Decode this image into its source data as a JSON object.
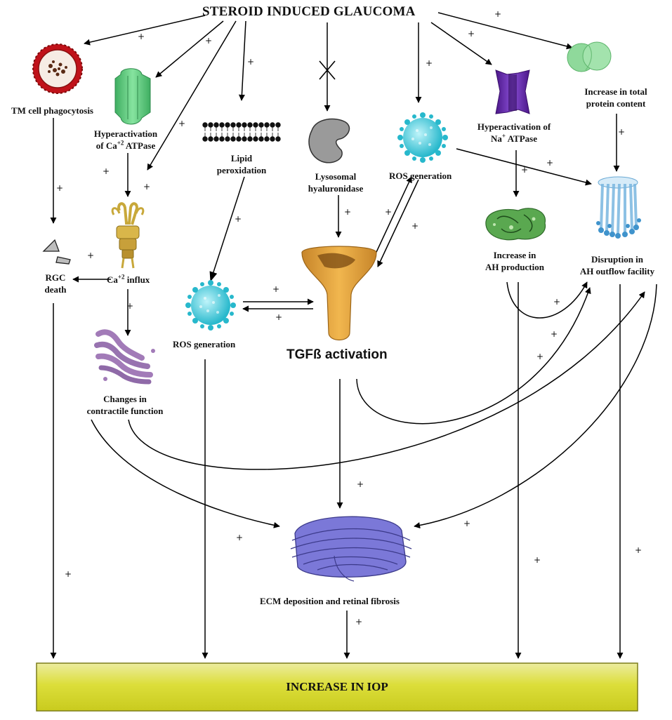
{
  "diagram": {
    "title": "STEROID INDUCED GLAUCOMA",
    "nodes": {
      "tm_phagocytosis": "TM cell phagocytosis",
      "ca_atpase_line1": "Hyperactivation",
      "ca_atpase_line2_pre": "of Ca",
      "ca_atpase_sup": "+2",
      "ca_atpase_line2_post": " ATPase",
      "lipid_line1": "Lipid",
      "lipid_line2": "peroxidation",
      "lysosomal_line1": "Lysosomal",
      "lysosomal_line2": "hyaluronidase",
      "ros_top": "ROS generation",
      "na_atpase_line1": "Hyperactivation of",
      "na_atpase_line2_pre": "Na",
      "na_atpase_sup": "+",
      "na_atpase_line2_post": " ATPase",
      "protein_line1": "Increase in total",
      "protein_line2": "protein content",
      "rgc_line1": "RGC",
      "rgc_line2": "death",
      "ca_influx_pre": "Ca",
      "ca_influx_sup": "+2",
      "ca_influx_post": " influx",
      "ros_mid": "ROS generation",
      "tgfb": "TGFß activation",
      "ah_prod_line1": "Increase in",
      "ah_prod_line2": "AH production",
      "ah_out_line1": "Disruption in",
      "ah_out_line2": "AH outflow facility",
      "contractile_line1": "Changes in",
      "contractile_line2": "contractile function",
      "ecm": "ECM deposition and retinal fibrosis",
      "iop": "INCREASE IN IOP"
    },
    "plus_sign": "+",
    "colors": {
      "iop_bar": "#d9db2e",
      "iop_bar_border": "#7c7d1a",
      "ros_spheres": "#38c9d9",
      "tgfb": "#e0a43c",
      "ca_atpase": "#5fcf7f",
      "na_atpase": "#6b2db3",
      "protein": "#8ed89a",
      "lysosome": "#9b9b9b",
      "contractile": "#a27bb8",
      "ecm": "#7b78d8",
      "ah_prod": "#3f8e3a",
      "ah_out": "#9cc8e8",
      "ca_channel": "#c8a83a"
    },
    "icons": [
      "tm-cell-icon",
      "ca-atpase-icon",
      "lipid-bilayer-icon",
      "lysosome-icon",
      "ros-sphere-icon",
      "na-atpase-icon",
      "protein-icon",
      "rgc-fragments-icon",
      "ca-channel-icon",
      "tgfb-icon",
      "ah-production-icon",
      "ah-outflow-icon",
      "contractile-icon",
      "ecm-icon",
      "blocked-x-icon"
    ]
  }
}
